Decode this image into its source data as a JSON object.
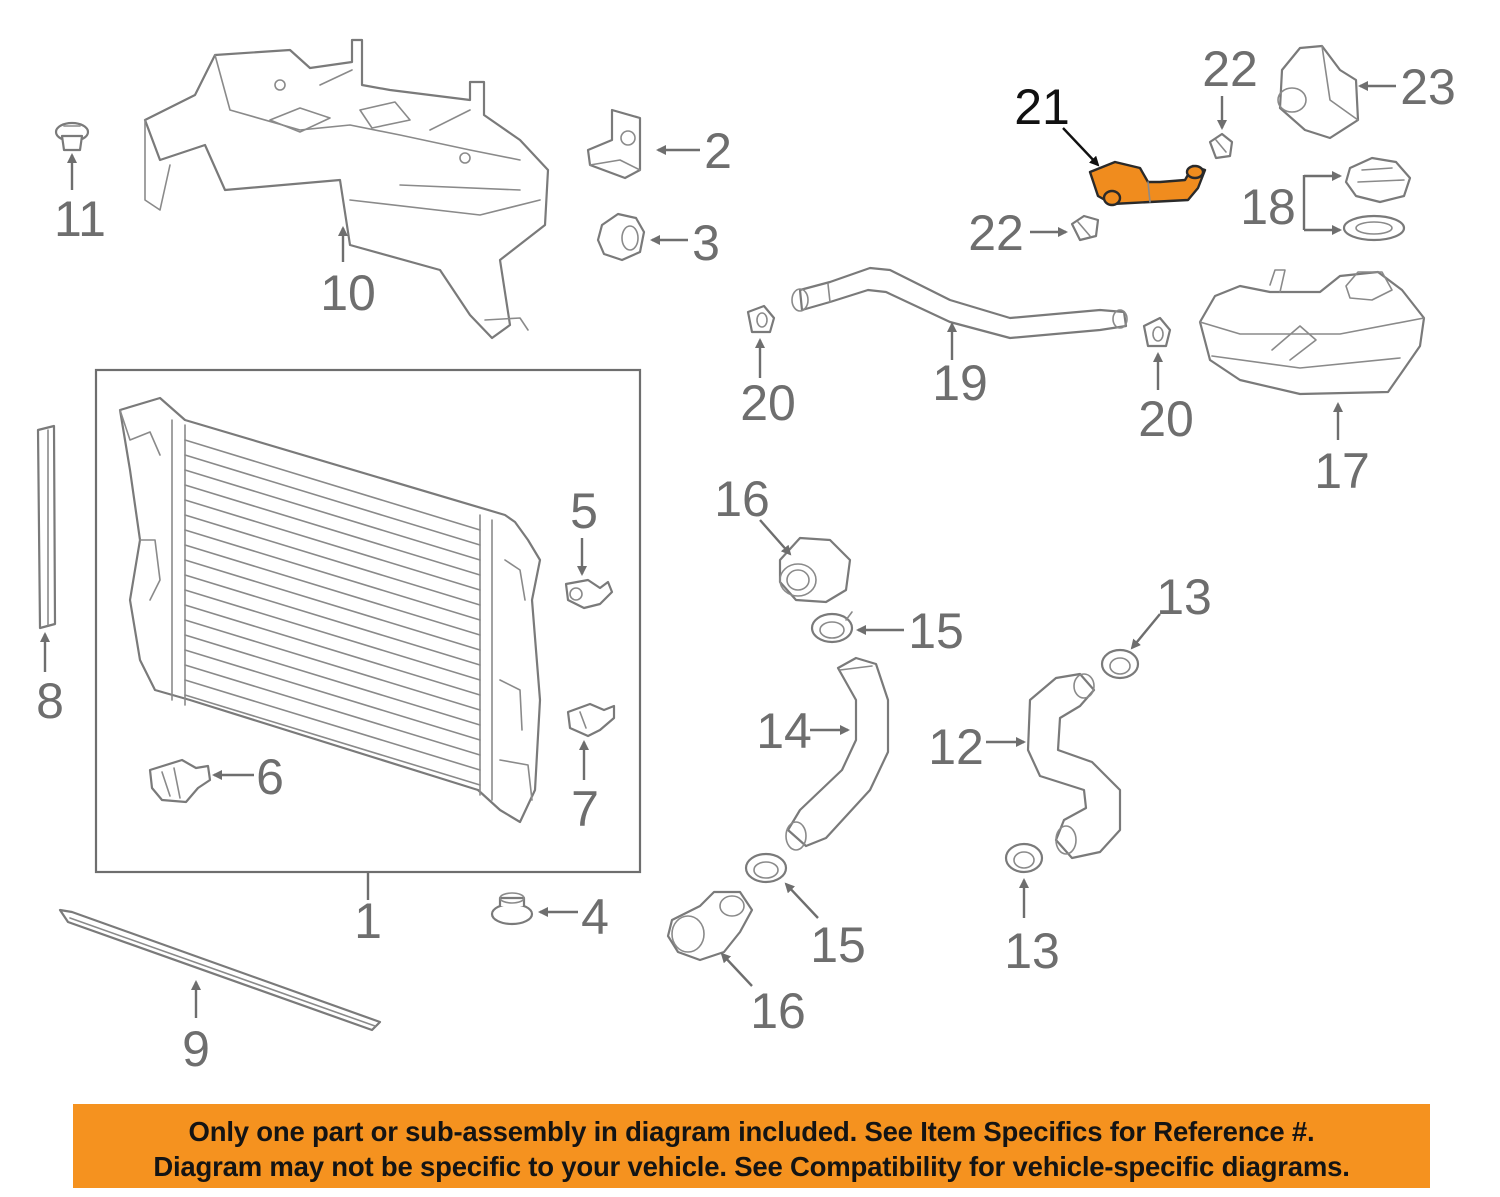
{
  "callouts": {
    "c1": "1",
    "c2": "2",
    "c3": "3",
    "c4": "4",
    "c5": "5",
    "c6": "6",
    "c7": "7",
    "c8": "8",
    "c9": "9",
    "c10": "10",
    "c11": "11",
    "c12": "12",
    "c13a": "13",
    "c13b": "13",
    "c14": "14",
    "c15a": "15",
    "c15b": "15",
    "c16a": "16",
    "c16b": "16",
    "c17": "17",
    "c18": "18",
    "c19": "19",
    "c20a": "20",
    "c20b": "20",
    "c21": "21",
    "c22a": "22",
    "c22b": "22",
    "c23": "23"
  },
  "highlighted_part": "21",
  "colors": {
    "highlight": "#f08c1e",
    "banner": "#f5921f",
    "line_art": "#7a7a7a"
  },
  "banner": {
    "line1": "Only one part or sub-assembly in diagram included. See Item Specifics for Reference #.",
    "line2": "Diagram may not be specific to your vehicle. See Compatibility for vehicle-specific diagrams."
  }
}
